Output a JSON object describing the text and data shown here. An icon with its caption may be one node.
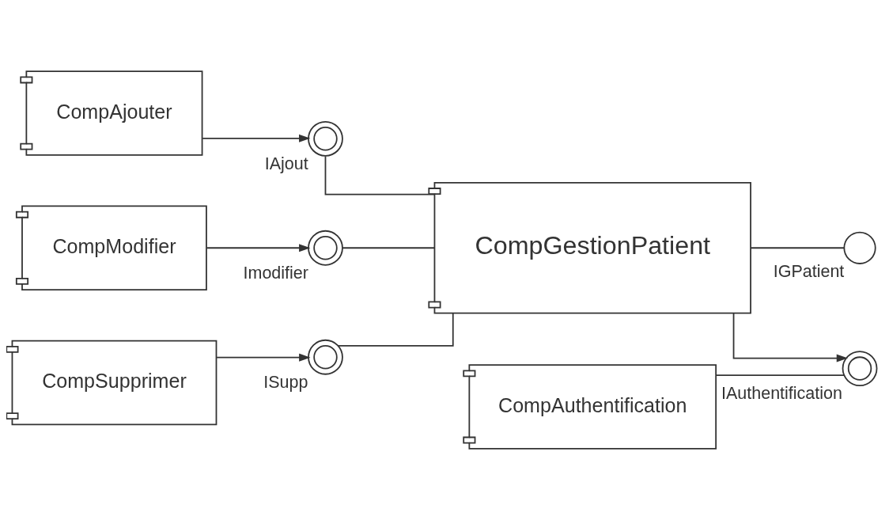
{
  "diagram": {
    "nodes": [
      {
        "text": [
          "CompAjouter"
        ]
      },
      {
        "text": [
          "CompModifier"
        ]
      },
      {
        "text": [
          "CompSupprimer"
        ]
      },
      {
        "text": [
          "CompAuthentification"
        ]
      },
      {
        "text": [
          "IAjout"
        ]
      },
      {
        "text": [
          "Imodifier"
        ]
      },
      {
        "text": [
          "ISupp"
        ]
      },
      {
        "text": [
          "IAuthentification"
        ]
      },
      {
        "text": [
          "CompGestionPatient"
        ]
      },
      {
        "text": [
          "IGPatient"
        ]
      }
    ],
    "edges": [
      {
        "from": 0,
        "to": 4,
        "arrow": "to"
      },
      {
        "from": 4,
        "to": 8,
        "arrow": "none"
      },
      {
        "from": 1,
        "to": 5,
        "arrow": "to"
      },
      {
        "from": 5,
        "to": 8,
        "arrow": "none"
      },
      {
        "from": 2,
        "to": 6,
        "arrow": "to"
      },
      {
        "from": 6,
        "to": 8,
        "arrow": "none"
      },
      {
        "from": 8,
        "to": 9,
        "arrow": "none"
      },
      {
        "from": 8,
        "to": 7,
        "arrow": "to"
      },
      {
        "from": 3,
        "to": 7,
        "arrow": "none"
      }
    ]
  }
}
